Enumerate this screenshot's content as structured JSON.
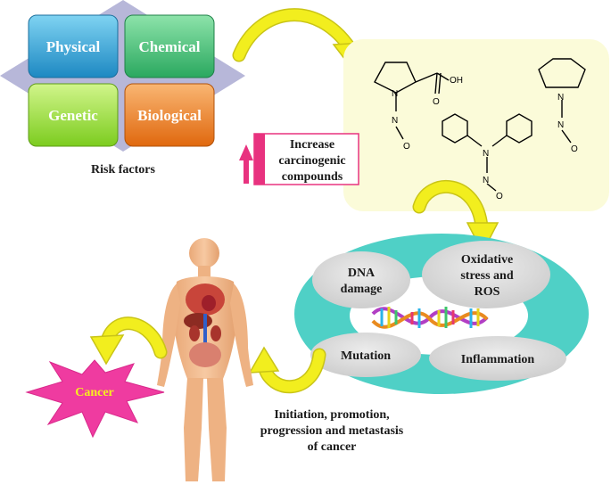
{
  "risk_factors": {
    "tiles": {
      "physical": "Physical",
      "chemical": "Chemical",
      "genetic": "Genetic",
      "biological": "Biological"
    },
    "caption": "Risk factors"
  },
  "increase_box": {
    "line1": "Increase",
    "line2": "carcinogenic",
    "line3": "compounds"
  },
  "chemicals": {
    "oh_label": "OH",
    "o_label": "O",
    "n_label": "N"
  },
  "mechanisms": {
    "dna_damage": {
      "line1": "DNA",
      "line2": "damage"
    },
    "oxidative": {
      "line1": "Oxidative",
      "line2": "stress and",
      "line3": "ROS"
    },
    "mutation": "Mutation",
    "inflammation": "Inflammation"
  },
  "cancer_label": "Cancer",
  "outcome": {
    "line1": "Initiation, promotion,",
    "line2": "progression and metastasis",
    "line3": "of cancer"
  },
  "colors": {
    "physical": "#29a3d6",
    "chemical": "#3fc47a",
    "genetic": "#9be23a",
    "biological": "#f07c1c",
    "diamond": "#b7b7d9",
    "arrow_yellow": "#f2ee1e",
    "chem_panel": "#fbfbd9",
    "ring_teal": "#4fd0c6",
    "mech_oval": "#d8d8d8",
    "increase_pink": "#e8327f",
    "cancer_star": "#ef3ba0",
    "body_skin": "#f0b98c"
  }
}
